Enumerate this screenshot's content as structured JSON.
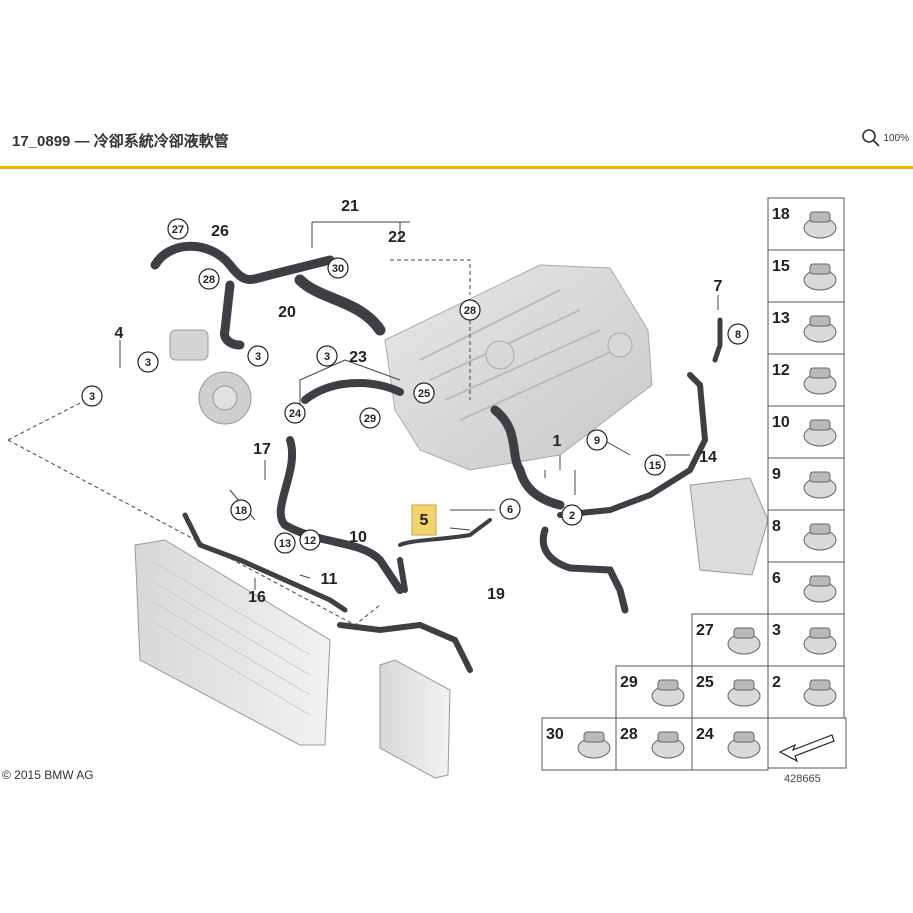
{
  "header": {
    "title": "17_0899 — 冷卻系統冷卻液軟管",
    "zoom_label": "100%",
    "zoom_icon": "magnifier-icon"
  },
  "colors": {
    "accent": "#f0b400",
    "callout_box": "#f3d36b",
    "hose": "#3d3f45"
  },
  "diagram": {
    "callouts": [
      {
        "label": "21"
      },
      {
        "label": "22"
      },
      {
        "label": "27"
      },
      {
        "label": "26"
      },
      {
        "label": "28"
      },
      {
        "label": "30"
      },
      {
        "label": "20"
      },
      {
        "label": "28"
      },
      {
        "label": "4"
      },
      {
        "label": "3"
      },
      {
        "label": "3"
      },
      {
        "label": "3"
      },
      {
        "label": "3"
      },
      {
        "label": "23"
      },
      {
        "label": "25"
      },
      {
        "label": "24"
      },
      {
        "label": "29"
      },
      {
        "label": "7"
      },
      {
        "label": "8"
      },
      {
        "label": "17"
      },
      {
        "label": "18"
      },
      {
        "label": "1"
      },
      {
        "label": "9"
      },
      {
        "label": "15"
      },
      {
        "label": "14"
      },
      {
        "label": "6"
      },
      {
        "label": "2"
      },
      {
        "label": "5"
      },
      {
        "label": "10"
      },
      {
        "label": "13"
      },
      {
        "label": "12"
      },
      {
        "label": "11"
      },
      {
        "label": "16"
      },
      {
        "label": "19"
      }
    ],
    "parts_grid": [
      {
        "label": "18"
      },
      {
        "label": "15"
      },
      {
        "label": "13"
      },
      {
        "label": "12"
      },
      {
        "label": "10"
      },
      {
        "label": "9"
      },
      {
        "label": "8"
      },
      {
        "label": "6"
      },
      {
        "label": "3"
      },
      {
        "label": "2"
      },
      {
        "label": "27"
      },
      {
        "label": "29"
      },
      {
        "label": "25"
      },
      {
        "label": "30"
      },
      {
        "label": "28"
      },
      {
        "label": "24"
      }
    ]
  },
  "footer": {
    "copyright": "© 2015 BMW AG",
    "figure_id": "428665"
  }
}
